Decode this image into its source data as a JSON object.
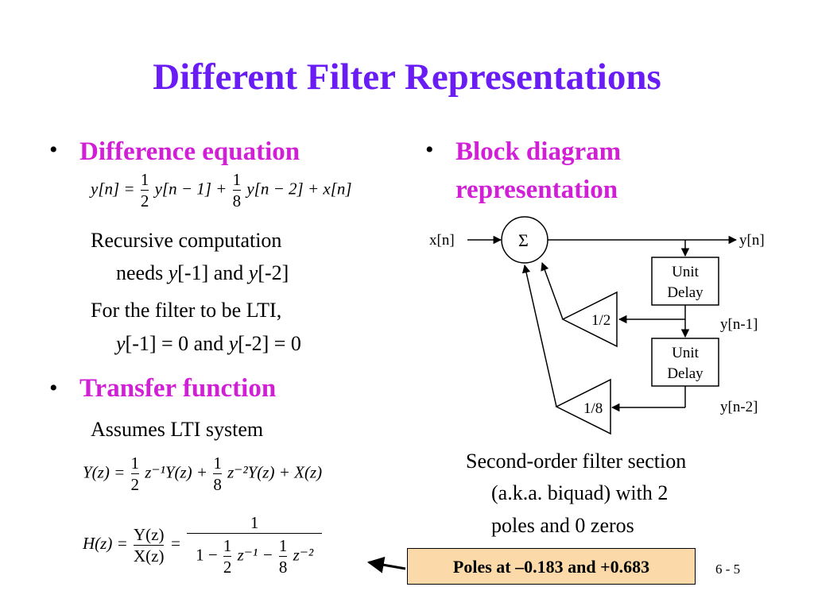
{
  "title": "Different Filter Representations",
  "left": {
    "heading1": "Difference equation",
    "equation1": {
      "y_n": "y[n] =",
      "half": "1",
      "two": "2",
      "term1": "y[n − 1] +",
      "one": "1",
      "eight": "8",
      "term2": "y[n − 2] + x[n]"
    },
    "rec_line1": "Recursive computation",
    "rec_line2_a": "needs ",
    "rec_line2_y1": "y",
    "rec_line2_b": "[-1] and ",
    "rec_line2_y2": "y",
    "rec_line2_c": "[-2]",
    "lti_line1": "For the filter to be LTI,",
    "lti_line2_y1": "y",
    "lti_line2_a": "[-1] = 0 and ",
    "lti_line2_y2": "y",
    "lti_line2_b": "[-2] = 0",
    "heading2": "Transfer function",
    "assumes": "Assumes LTI system",
    "eq2": {
      "lhs": "Y(z) =",
      "n1": "1",
      "d1": "2",
      "mid1": "z⁻¹Y(z) +",
      "n2": "1",
      "d2": "8",
      "mid2": "z⁻²Y(z) + X(z)"
    },
    "eq3": {
      "lhs": "H(z) =",
      "num": "Y(z)",
      "den": "X(z)",
      "eq": "=",
      "rnum": "1",
      "den_a": "1 −",
      "n1": "1",
      "d1": "2",
      "z1": "z⁻¹ −",
      "n2": "1",
      "d2": "8",
      "z2": "z⁻²"
    }
  },
  "right": {
    "heading_line1": "Block diagram",
    "heading_line2": "representation",
    "diagram": {
      "input": "x[n]",
      "sum": "Σ",
      "output": "y[n]",
      "delay1_l1": "Unit",
      "delay1_l2": "Delay",
      "delay2_l1": "Unit",
      "delay2_l2": "Delay",
      "tap1": "y[n-1]",
      "tap2": "y[n-2]",
      "gain1": "1/2",
      "gain2": "1/8"
    },
    "caption_line1": "Second-order filter section",
    "caption_line2": "(a.k.a. biquad) with 2",
    "caption_line3": "poles and 0 zeros"
  },
  "callout": "Poles at –0.183 and +0.683",
  "page_number": "6 - 5",
  "colors": {
    "title": "#6a1cf5",
    "heading": "#d11fd6",
    "callout_bg": "#fbd9a8"
  }
}
